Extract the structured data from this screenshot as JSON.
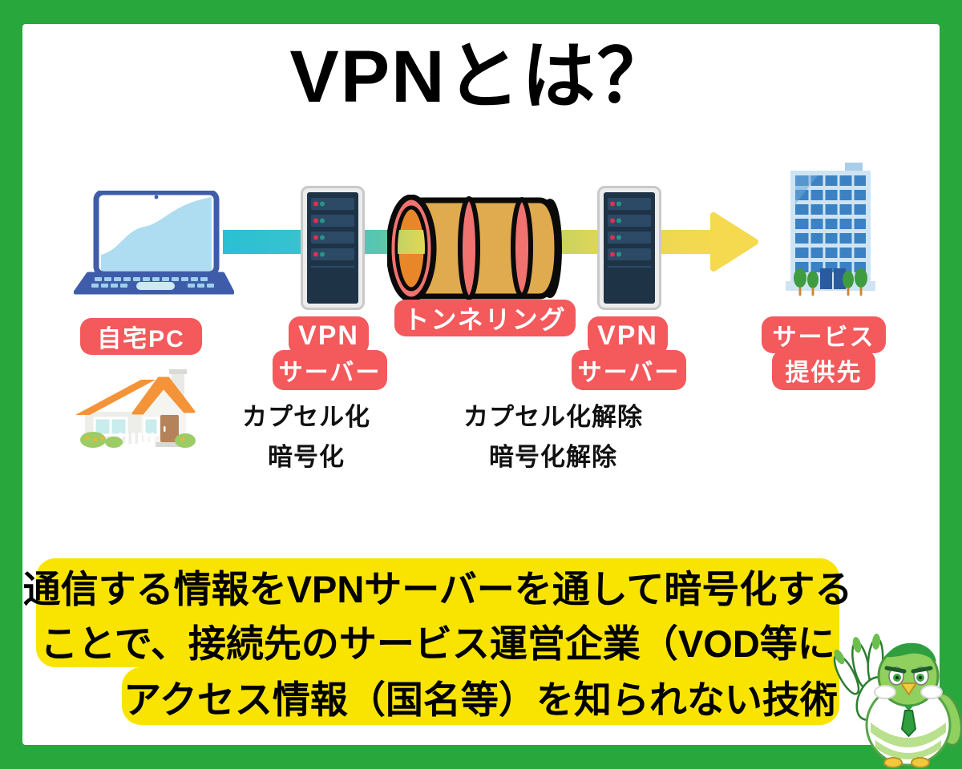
{
  "title": "VPNとは？",
  "badges": {
    "home_pc": "自宅PC",
    "vpn_server_left": {
      "line1": "VPN",
      "line2": "サーバー"
    },
    "tunneling": "トンネリング",
    "vpn_server_right": {
      "line1": "VPN",
      "line2": "サーバー"
    },
    "service_dest": {
      "line1": "サービス",
      "line2": "提供先"
    }
  },
  "captions": {
    "left": {
      "line1": "カプセル化",
      "line2": "暗号化"
    },
    "right": {
      "line1": "カプセル化解除",
      "line2": "暗号化解除"
    }
  },
  "summary": {
    "line1": "通信する情報をVPNサーバーを通して暗号化する",
    "line2": "ことで、接続先のサービス運営企業（VOD等に",
    "line3": "アクセス情報（国名等）を知られない技術"
  },
  "icons": {
    "laptop": "laptop-icon",
    "house": "house-icon",
    "server_left": "vpn-server-icon",
    "tunnel": "tunnel-icon",
    "server_right": "vpn-server-icon",
    "building": "office-building-icon",
    "arrow": "flow-arrow-icon",
    "mascot": "green-bird-mascot-icon"
  },
  "colors": {
    "frame_green": "#28a73c",
    "badge_red": "#f4595c",
    "highlight_yellow": "#f8e400",
    "arrow_cyan": "#2ac0d4",
    "arrow_green": "#9ccb6e",
    "arrow_yellow": "#f5d94e",
    "tunnel_body": "#e0aa4f",
    "tunnel_ring": "#f0736f",
    "server_navy": "#1f3347",
    "building_blue": "#3a82c4"
  }
}
